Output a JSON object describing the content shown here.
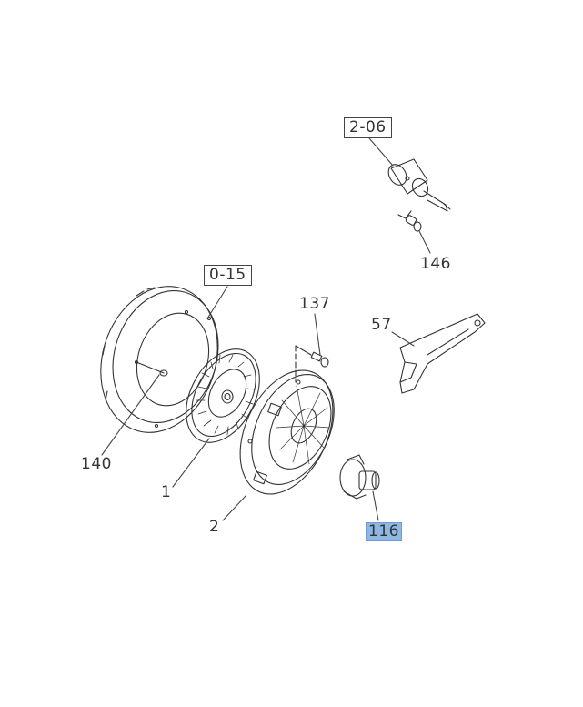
{
  "diagram": {
    "type": "exploded parts diagram",
    "subject": "clutch assembly",
    "highlight_color": "#8fb7e3",
    "line_color": "#333333"
  },
  "callouts": {
    "ref_206": "2-06",
    "ref_015": "0-15",
    "p146": "146",
    "p137": "137",
    "p57": "57",
    "p140": "140",
    "p1": "1",
    "p2": "2",
    "p116": "116"
  },
  "parts": [
    {
      "id": "2-06",
      "name": "clutch master/slave cylinder (reference group)"
    },
    {
      "id": "146",
      "name": "bleeder screw"
    },
    {
      "id": "0-15",
      "name": "flywheel (reference group)"
    },
    {
      "id": "137",
      "name": "bolt"
    },
    {
      "id": "57",
      "name": "release fork"
    },
    {
      "id": "140",
      "name": "pilot bearing"
    },
    {
      "id": "1",
      "name": "clutch disc"
    },
    {
      "id": "2",
      "name": "pressure plate"
    },
    {
      "id": "116",
      "name": "release bearing",
      "highlighted": true
    }
  ]
}
